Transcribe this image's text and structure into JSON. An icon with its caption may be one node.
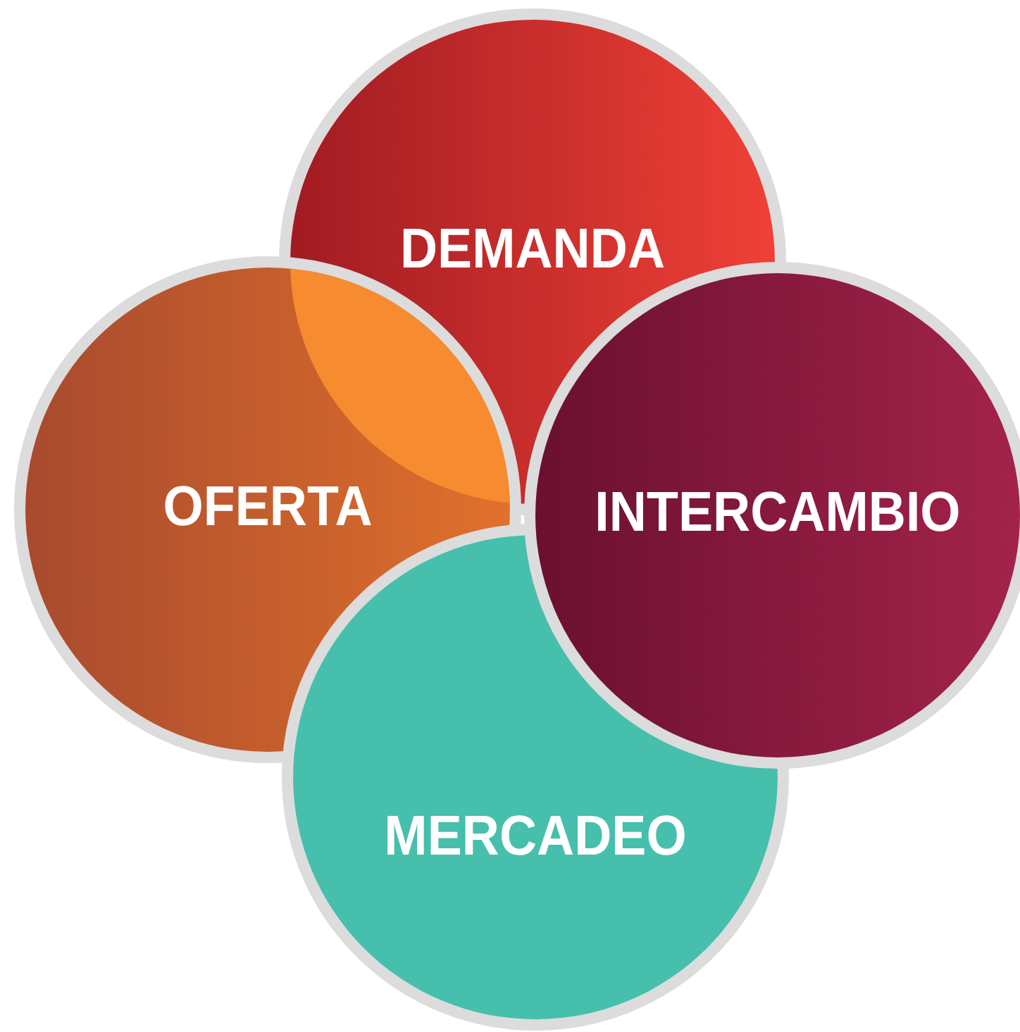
{
  "diagram": {
    "nodes": [
      {
        "text": [
          "DEMANDA"
        ]
      },
      {
        "text": [
          "OFERTA"
        ]
      },
      {
        "text": [
          "INTERCAMBIO"
        ]
      },
      {
        "text": [
          "MERCADEO"
        ]
      }
    ],
    "edges": []
  }
}
